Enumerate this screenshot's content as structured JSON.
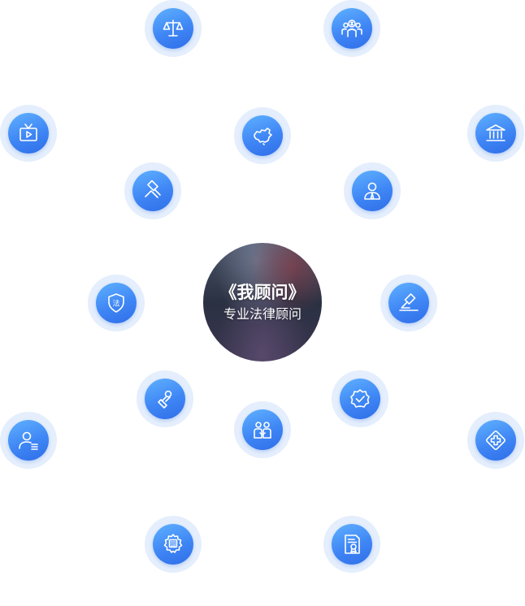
{
  "center": {
    "title": "《我顾问》",
    "subtitle": "专业法律顾问"
  },
  "colors": {
    "icon_gradient_start": "#5fb1ff",
    "icon_gradient_end": "#2f6ee8",
    "icon_halo": "#e4eefc",
    "center_background": "#2a3142"
  },
  "icons": [
    {
      "name": "scales-icon"
    },
    {
      "name": "finance-team-icon"
    },
    {
      "name": "tv-play-icon"
    },
    {
      "name": "china-map-icon"
    },
    {
      "name": "bank-building-icon"
    },
    {
      "name": "gavel-icon"
    },
    {
      "name": "lawyer-icon"
    },
    {
      "name": "law-shield-icon"
    },
    {
      "name": "auction-hammer-icon"
    },
    {
      "name": "stamp-icon"
    },
    {
      "name": "verified-badge-icon"
    },
    {
      "name": "partners-icon"
    },
    {
      "name": "user-list-icon"
    },
    {
      "name": "medical-cross-icon"
    },
    {
      "name": "national-emblem-icon"
    },
    {
      "name": "certificate-icon"
    }
  ],
  "shield_glyph": "法",
  "emblem_glyph": "国"
}
